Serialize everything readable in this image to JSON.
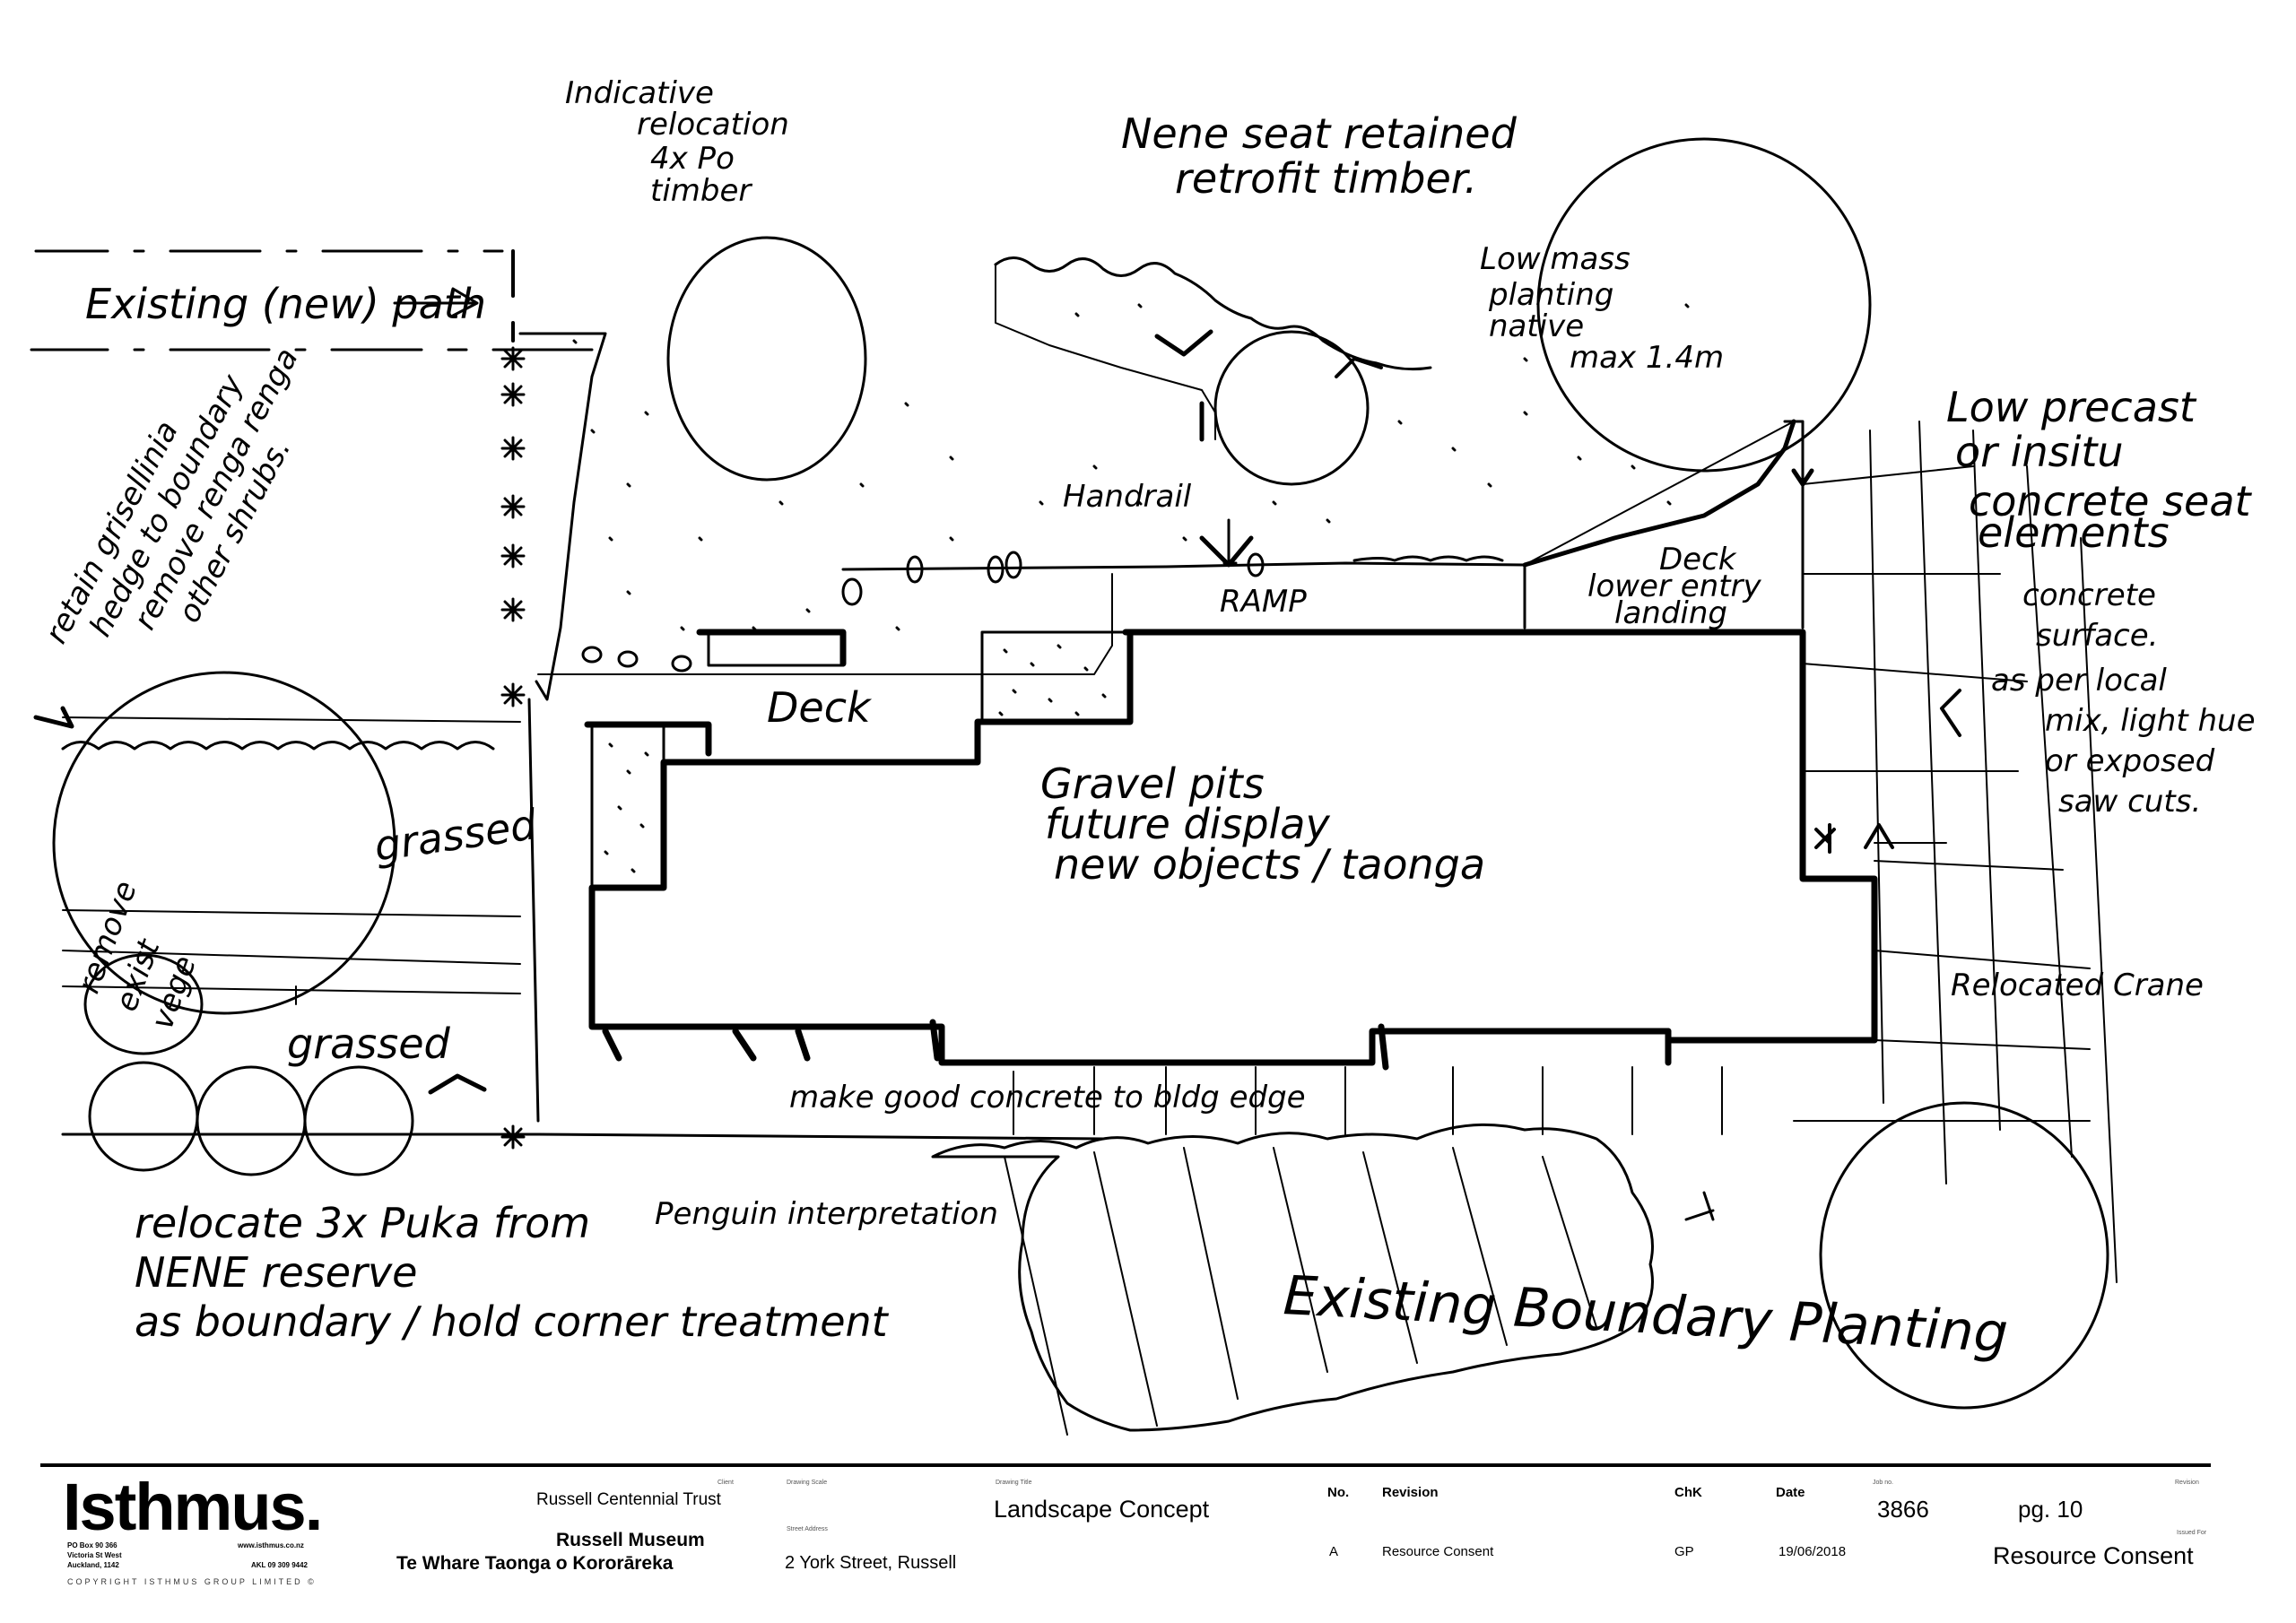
{
  "sketch": {
    "labels": {
      "existing_path": "Existing (new) path",
      "indicative_relocation": [
        "Indicative",
        "relocation",
        "4x Po",
        "timber"
      ],
      "nene_seat": [
        "Nene seat retained",
        "retrofit timber."
      ],
      "low_mass_planting": [
        "Low mass",
        "planting",
        "native",
        "max 1.4m"
      ],
      "low_precast": [
        "Low precast",
        "or insitu",
        "concrete seat",
        "elements"
      ],
      "concrete_surface": [
        "concrete",
        "surface.",
        "as per local",
        "mix, light hue",
        "or exposed",
        "saw cuts."
      ],
      "retain_grisellinia": [
        "retain grisellinia",
        "hedge to boundary",
        "remove renga renga",
        "other shrubs."
      ],
      "handrail": "Handrail",
      "ramp": "RAMP",
      "deck_lower": [
        "Deck",
        "lower entry",
        "landing"
      ],
      "deck": "Deck",
      "gravel_pits": [
        "Gravel pits",
        "future display",
        "new objects / taonga"
      ],
      "grassed_1": "grassed",
      "grassed_2": "grassed",
      "remove_exist_vege": [
        "remove",
        "exist",
        "vege"
      ],
      "relocated_crane": "Relocated Crane",
      "make_good": "make good concrete to bldg edge",
      "penguin": "Penguin interpretation",
      "relocate_puka": [
        "relocate 3x Puka from",
        "NENE reserve",
        "as boundary / hold corner treatment"
      ],
      "existing_boundary": "Existing Boundary Planting"
    }
  },
  "title_block": {
    "logo": "Isthmus.",
    "address": [
      "PO Box 90 366",
      "Victoria St West",
      "Auckland, 1142"
    ],
    "web": "www.isthmus.co.nz",
    "phone": "AKL 09 309 9442",
    "copyright": "COPYRIGHT ISTHMUS GROUP LIMITED ©",
    "client_caption": "Client",
    "client": "Russell Centennial Trust",
    "project_1": "Russell Museum",
    "project_2": "Te Whare Taonga o Kororāreka",
    "drawing_scale_caption": "Drawing Scale",
    "street_address_caption": "Street Address",
    "street_address": "2 York Street, Russell",
    "drawing_title_caption": "Drawing Title",
    "drawing_title": "Landscape Concept",
    "revision_table": {
      "headers": [
        "No.",
        "Revision",
        "ChK",
        "Date"
      ],
      "rows": [
        [
          "A",
          "Resource Consent",
          "GP",
          "19/06/2018"
        ]
      ]
    },
    "job_no_caption": "Job no.",
    "job_no": "3866",
    "page": "pg. 10",
    "revision_caption": "Revision",
    "issued_for_caption": "Issued For",
    "issued_for": "Resource Consent"
  }
}
